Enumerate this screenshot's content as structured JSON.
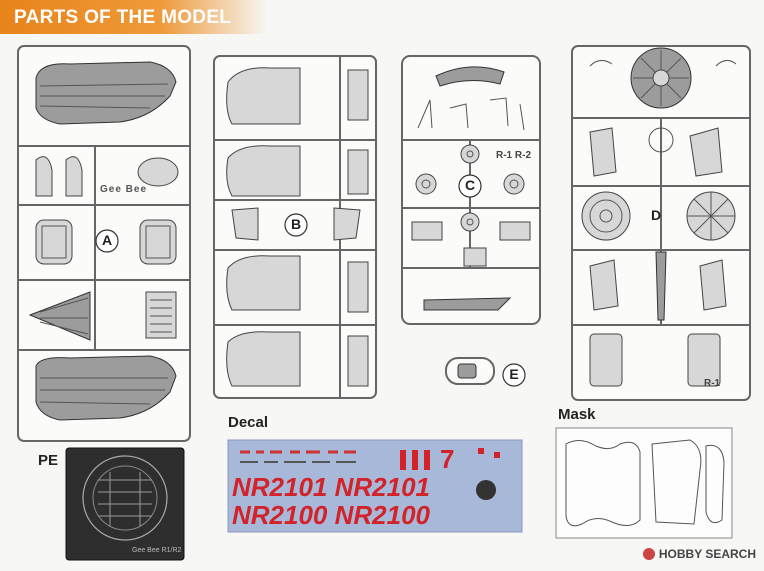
{
  "header": {
    "title": "PARTS OF THE MODEL"
  },
  "sprues": [
    {
      "id": "A",
      "label": "A"
    },
    {
      "id": "B",
      "label": "B"
    },
    {
      "id": "C",
      "label": "C"
    },
    {
      "id": "D",
      "label": "D"
    },
    {
      "id": "E",
      "label": "E"
    }
  ],
  "sprue_a_text": "Gee Bee",
  "sprue_c_text": "R-1 R-2",
  "sprue_d_text": "R-1",
  "sections": {
    "pe": "PE",
    "decal": "Decal",
    "mask": "Mask"
  },
  "decal": {
    "line1": "NR2101 NR2101",
    "line2": "NR2100 NR2100",
    "numerals": "7",
    "bg": "#a8b8d8",
    "red": "#d2232a"
  },
  "pe_caption": "Gee Bee R1/R2",
  "watermark": "HOBBY SEARCH"
}
